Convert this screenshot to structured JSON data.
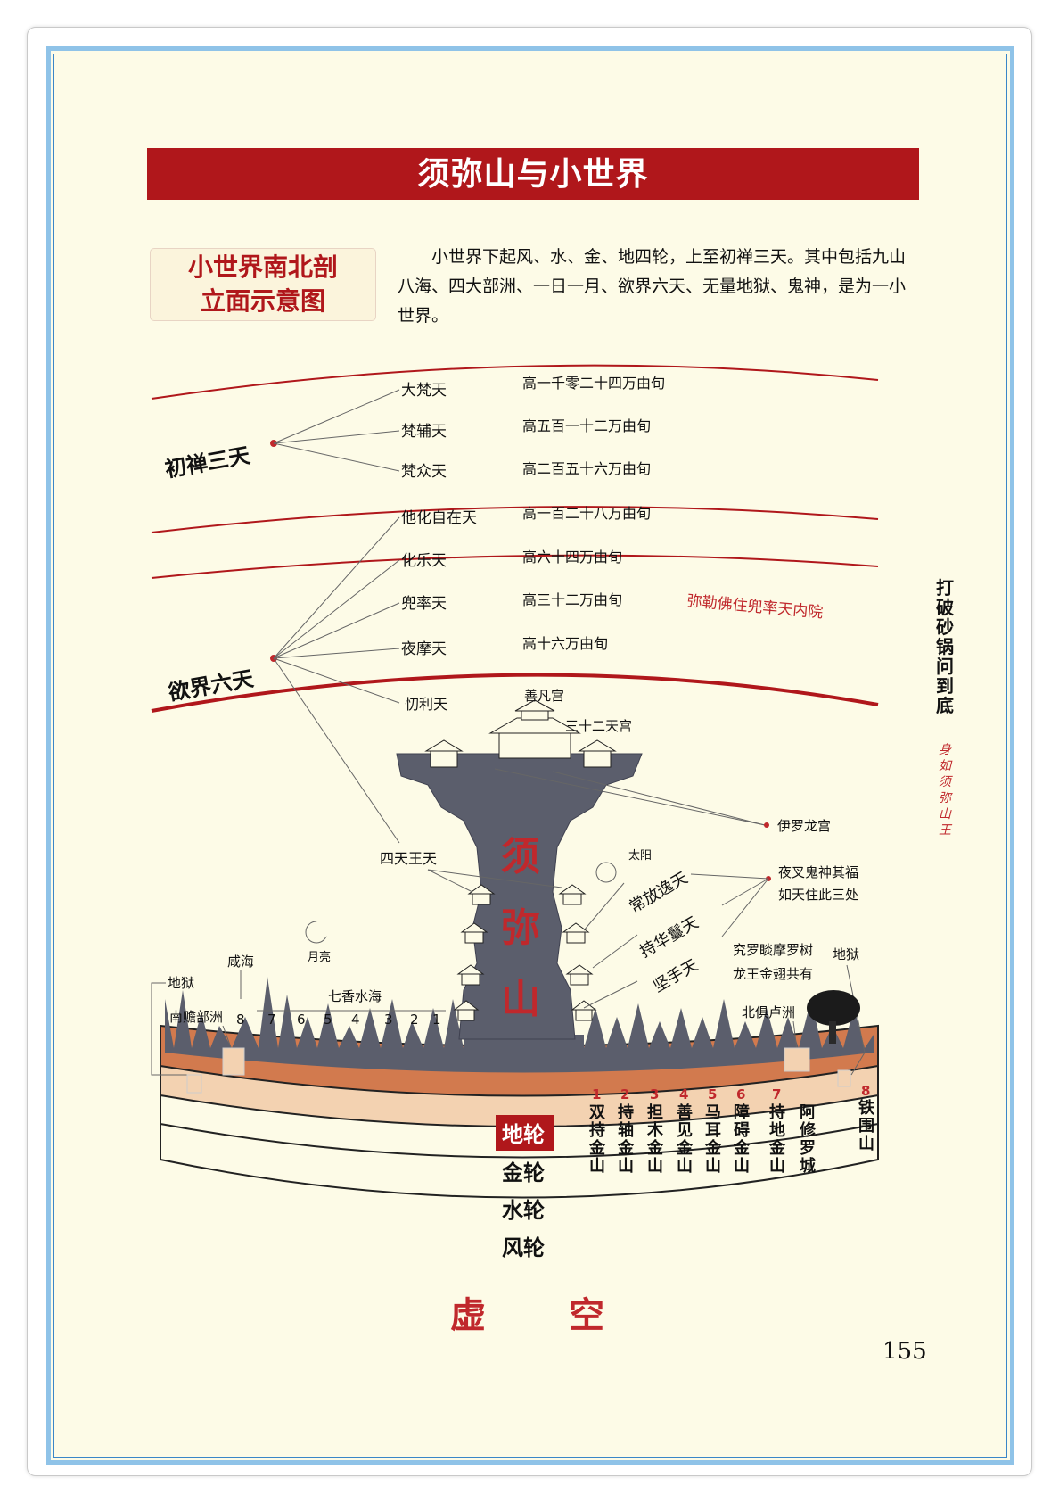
{
  "title": "须弥山与小世界",
  "subtitle_line1": "小世界南北剖",
  "subtitle_line2": "立面示意图",
  "intro": "小世界下起风、水、金、地四轮，上至初禅三天。其中包括九山八海、四大部洲、一日一月、欲界六天、无量地狱、鬼神，是为一小世界。",
  "side_title": "打破砂锅问到底",
  "side_subtitle": "身如须弥山王",
  "page_number": "155",
  "colors": {
    "title_bg": "#b0171b",
    "arc": "#b0171b",
    "mountain": "#5b5e6c",
    "earth_wheel": "#d27a4e",
    "metal_wheel": "#f3d2b1",
    "frame": "#8fc3e8"
  },
  "heaven_groups": {
    "chuchan": "初禅三天",
    "yujie": "欲界六天"
  },
  "heavens": [
    {
      "name": "大梵天",
      "height": "高一千零二十四万由旬"
    },
    {
      "name": "梵辅天",
      "height": "高五百一十二万由旬"
    },
    {
      "name": "梵众天",
      "height": "高二百五十六万由旬"
    },
    {
      "name": "他化自在天",
      "height": "高一百二十八万由旬"
    },
    {
      "name": "化乐天",
      "height": "高六十四万由旬"
    },
    {
      "name": "兜率天",
      "height": "高三十二万由旬"
    },
    {
      "name": "夜摩天",
      "height": "高十六万由旬"
    }
  ],
  "mile_note": "弥勒佛住兜率天内院",
  "labels": {
    "daolitian": "忉利天",
    "shanfan": "善凡宫",
    "sanshier": "三十二天宫",
    "yiluo": "伊罗龙宫",
    "sitianwang": "四天王天",
    "sun": "太阳",
    "moon": "月亮",
    "yecha1": "夜叉鬼神其福",
    "yecha2": "如天住此三处",
    "tian1": "常放逸天",
    "tian2": "持华鬘天",
    "tian3": "坚手天",
    "xianhai": "咸海",
    "diyu_left": "地狱",
    "nanzhan": "南赡部洲",
    "qixiang": "七香水海",
    "jiuluo1": "究罗睒摩罗树",
    "jiuluo2": "龙王金翅共有",
    "diyu_right": "地狱",
    "beiju": "北俱卢洲",
    "xumi": [
      "须",
      "弥",
      "山"
    ],
    "void": [
      "虚",
      "空"
    ]
  },
  "sea_numbers": [
    "8",
    "7",
    "6",
    "5",
    "4",
    "3",
    "2",
    "1"
  ],
  "wheels": [
    "地轮",
    "金轮",
    "水轮",
    "风轮"
  ],
  "mountains": [
    {
      "num": "1",
      "name": "双持金山"
    },
    {
      "num": "2",
      "name": "持轴金山"
    },
    {
      "num": "3",
      "name": "担木金山"
    },
    {
      "num": "4",
      "name": "善见金山"
    },
    {
      "num": "5",
      "name": "马耳金山"
    },
    {
      "num": "6",
      "name": "障碍金山"
    },
    {
      "num": "7",
      "name": "持地金山"
    },
    {
      "num": "",
      "name": "阿修罗城"
    },
    {
      "num": "8",
      "name": "铁围山"
    }
  ]
}
